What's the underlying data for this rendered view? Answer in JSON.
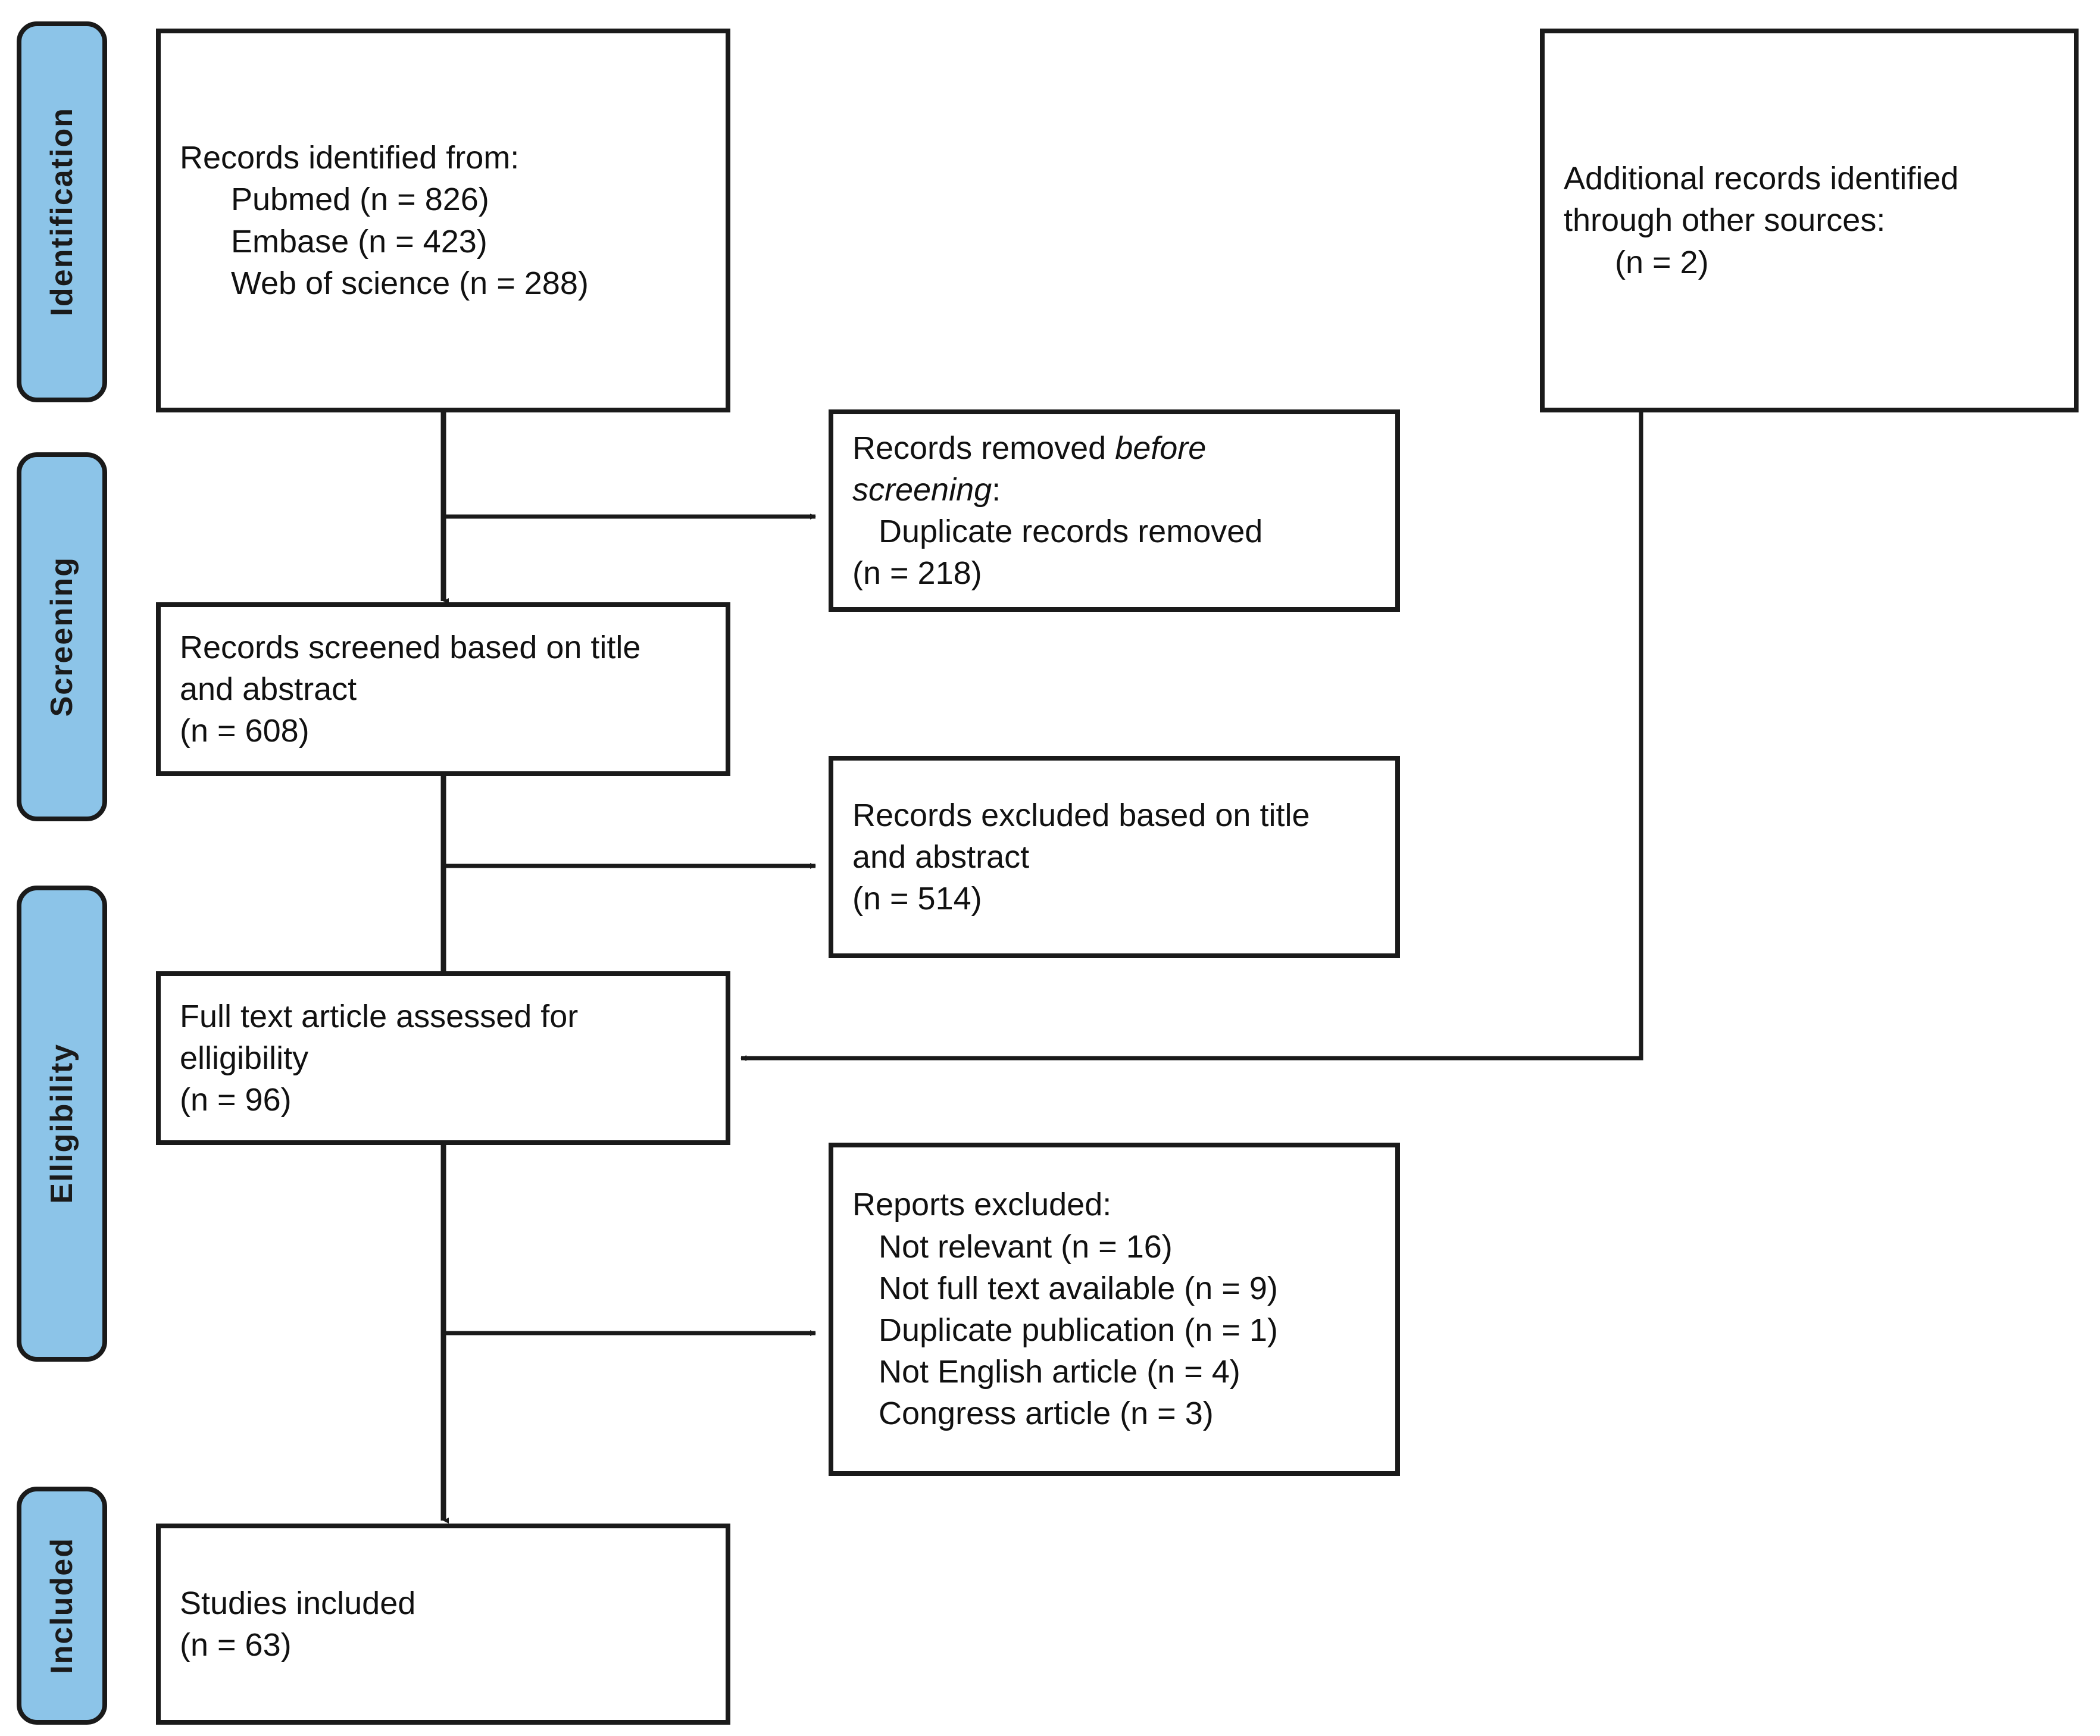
{
  "figure": {
    "type": "prisma-flow-diagram",
    "accent_color": "#8cc4e8",
    "line_color": "#1a1a1a",
    "background": "#ffffff"
  },
  "stages": [
    {
      "key": "identification",
      "label": "Identification"
    },
    {
      "key": "screening",
      "label": "Screening"
    },
    {
      "key": "eligibility",
      "label": "Elligibility"
    },
    {
      "key": "included",
      "label": "Included"
    }
  ],
  "nodes": {
    "records_identified": {
      "title": "Records identified from:",
      "items": [
        "Pubmed (n = 826)",
        "Embase (n = 423)",
        "Web of science (n = 288)"
      ]
    },
    "additional_records": {
      "line1": "Additional records identified",
      "line2": "through other sources:",
      "count": "(n = 2)"
    },
    "records_removed": {
      "title_a": "Records removed ",
      "title_b": "before",
      "title_c": "screening",
      "title_d": ":",
      "item": "Duplicate records removed",
      "count": "(n = 218)"
    },
    "records_screened": {
      "line1": "Records screened based on title",
      "line2": "and abstract",
      "count": "(n = 608)"
    },
    "records_excluded": {
      "line1": "Records excluded based on title",
      "line2": "and abstract",
      "count": "(n = 514)"
    },
    "full_text_assessed": {
      "line1": "Full text article assessed for",
      "line2": "elligibility",
      "count": "(n = 96)"
    },
    "reports_excluded": {
      "title": "Reports excluded:",
      "items": [
        "Not relevant (n = 16)",
        "Not full text available (n = 9)",
        "Duplicate publication (n = 1)",
        "Not English article (n = 4)",
        "Congress article (n = 3)"
      ]
    },
    "studies_included": {
      "line1": "Studies included",
      "count": "(n = 63)"
    }
  },
  "chart_data": {
    "type": "flowchart",
    "title": "PRISMA study selection flow diagram",
    "stages": [
      "Identification",
      "Screening",
      "Elligibility",
      "Included"
    ],
    "counts": {
      "pubmed": 826,
      "embase": 423,
      "web_of_science": 288,
      "additional_other_sources": 2,
      "duplicates_removed": 218,
      "screened_title_abstract": 608,
      "excluded_title_abstract": 514,
      "full_text_assessed": 96,
      "excluded_not_relevant": 16,
      "excluded_not_full_text": 9,
      "excluded_duplicate_publication": 1,
      "excluded_not_english": 4,
      "excluded_congress_article": 3,
      "studies_included": 63
    },
    "edges": [
      {
        "from": "records_identified",
        "to": "records_screened"
      },
      {
        "from": "records_identified",
        "to": "records_removed"
      },
      {
        "from": "records_screened",
        "to": "full_text_assessed"
      },
      {
        "from": "records_screened",
        "to": "records_excluded"
      },
      {
        "from": "additional_records",
        "to": "full_text_assessed"
      },
      {
        "from": "full_text_assessed",
        "to": "studies_included"
      },
      {
        "from": "full_text_assessed",
        "to": "reports_excluded"
      }
    ]
  }
}
